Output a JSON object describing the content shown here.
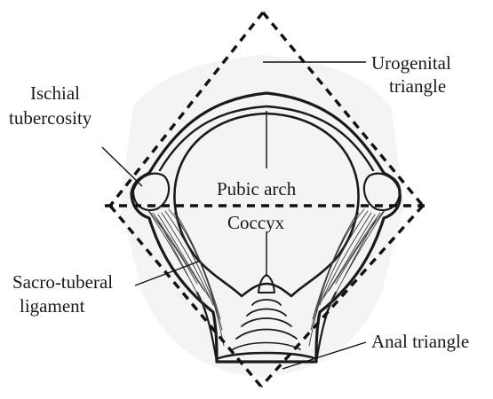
{
  "labels": {
    "urogenital_line1": "Urogenital",
    "urogenital_line2": "triangle",
    "ischial_line1": "Ischial",
    "ischial_line2": "tubercosity",
    "pubic_arch": "Pubic arch",
    "coccyx": "Coccyx",
    "sacro_line1": "Sacro-tuberal",
    "sacro_line2": "ligament",
    "anal": "Anal triangle"
  }
}
